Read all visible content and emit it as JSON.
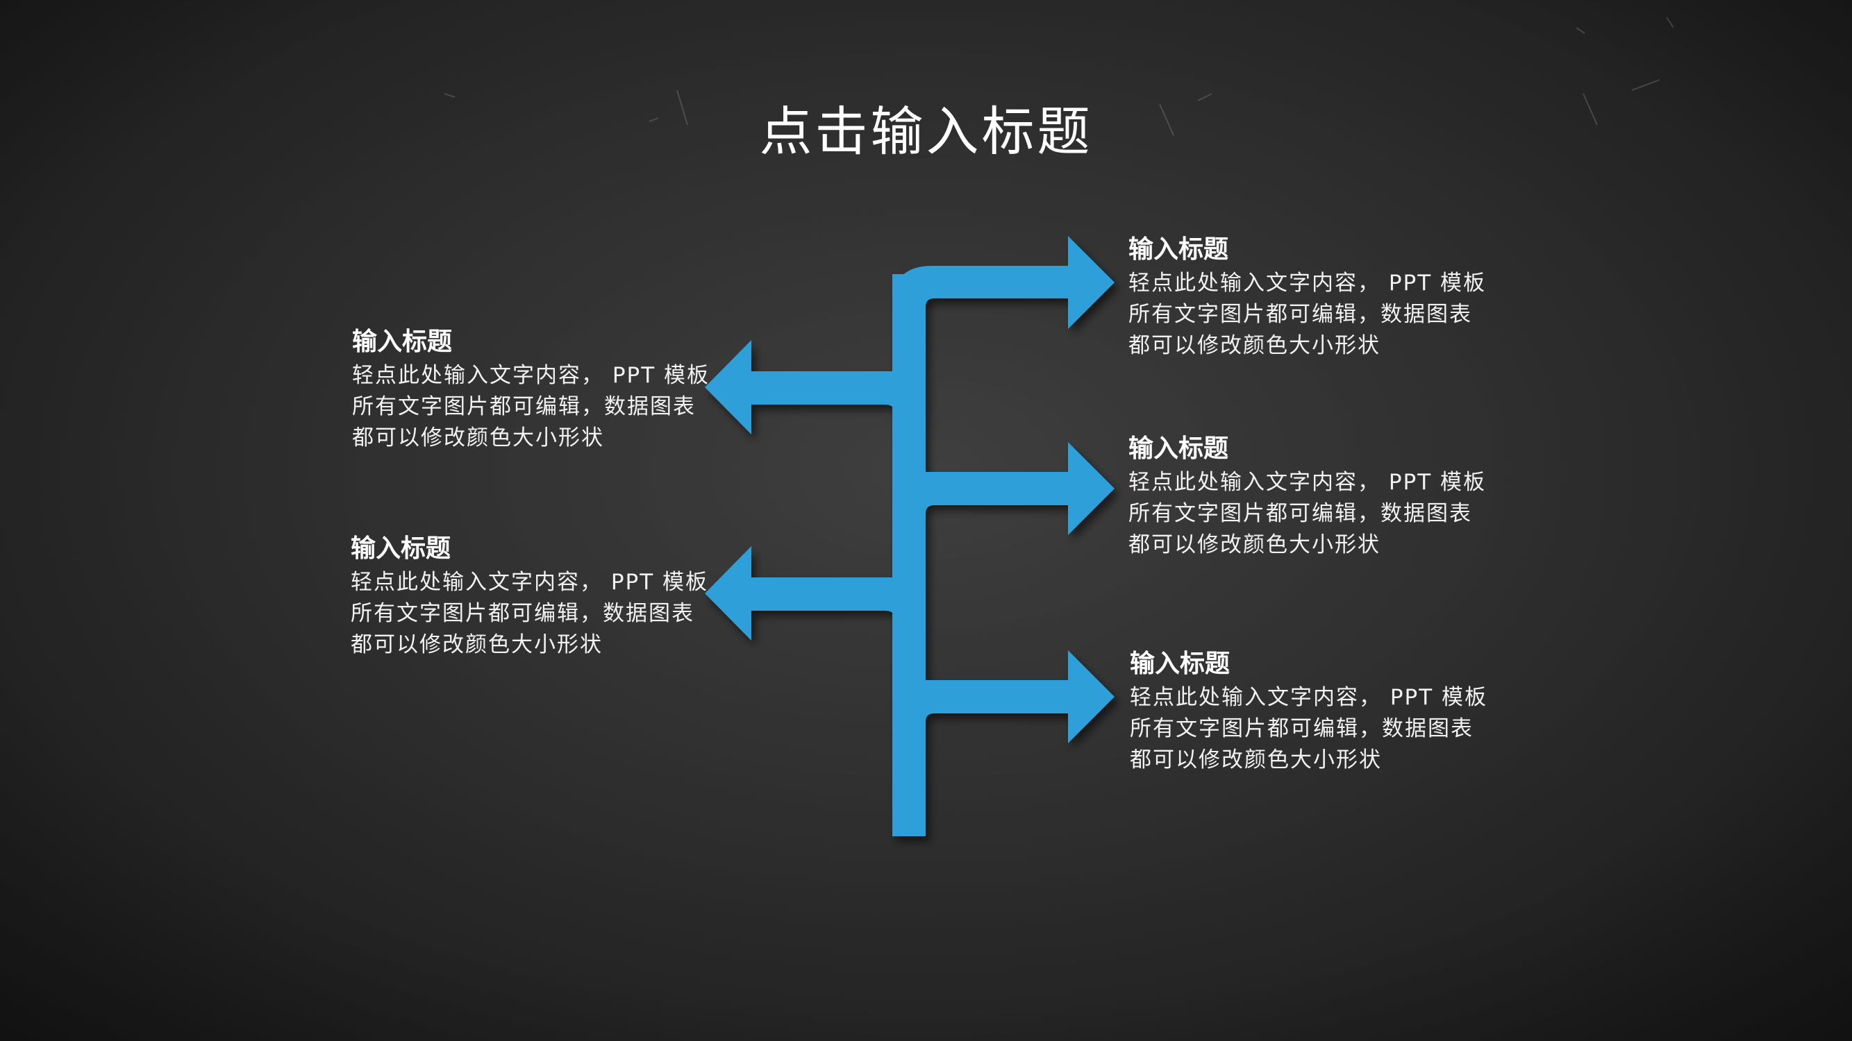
{
  "title": "点击输入标题",
  "colors": {
    "arrow": "#2d9fd8",
    "background": "#333333",
    "text": "#ffffff"
  },
  "items": [
    {
      "heading": "输入标题",
      "body": "轻点此处输入文字内容， PPT 模板所有文字图片都可编辑，数据图表都可以修改颜色大小形状"
    },
    {
      "heading": "输入标题",
      "body": "轻点此处输入文字内容， PPT 模板所有文字图片都可编辑，数据图表都可以修改颜色大小形状"
    },
    {
      "heading": "输入标题",
      "body": "轻点此处输入文字内容， PPT 模板所有文字图片都可编辑，数据图表都可以修改颜色大小形状"
    },
    {
      "heading": "输入标题",
      "body": "轻点此处输入文字内容， PPT 模板所有文字图片都可编辑，数据图表都可以修改颜色大小形状"
    },
    {
      "heading": "输入标题",
      "body": "轻点此处输入文字内容， PPT 模板所有文字图片都可编辑，数据图表都可以修改颜色大小形状"
    }
  ]
}
